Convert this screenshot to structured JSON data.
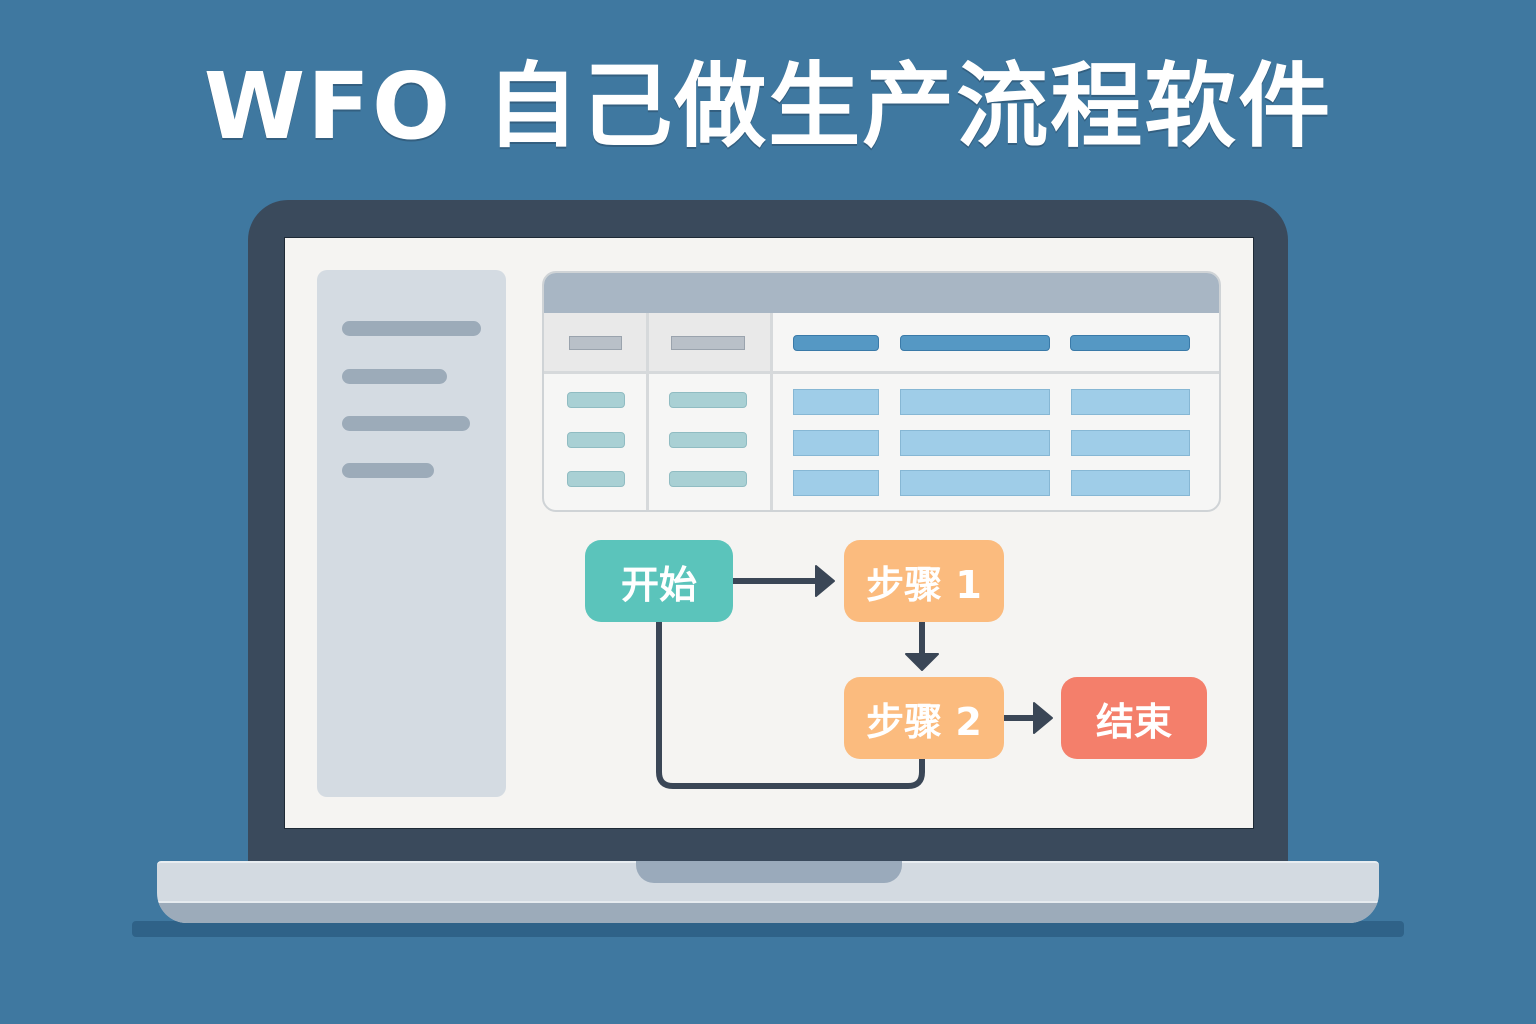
{
  "title": "WFO 自己做生产流程软件",
  "colors": {
    "background": "#3f78a0",
    "laptop_bezel": "#3a4a5c",
    "screen": "#f5f4f2",
    "start_node": "#5bc4bb",
    "step_node": "#fbbb7e",
    "end_node": "#f47f6b",
    "connector": "#3a4656"
  },
  "flowchart": {
    "nodes": [
      {
        "id": "start",
        "label": "开始"
      },
      {
        "id": "step1",
        "label": "步骤 1"
      },
      {
        "id": "step2",
        "label": "步骤 2"
      },
      {
        "id": "end",
        "label": "结束"
      }
    ],
    "edges": [
      {
        "from": "start",
        "to": "step1",
        "arrow": true
      },
      {
        "from": "step1",
        "to": "step2",
        "arrow": true
      },
      {
        "from": "step2",
        "to": "end",
        "arrow": true
      },
      {
        "from": "start",
        "to": "step2",
        "arrow": false
      }
    ]
  },
  "icons": {
    "sidebar_lines": "placeholder-text-lines",
    "table_cells": "placeholder-table-cells"
  }
}
